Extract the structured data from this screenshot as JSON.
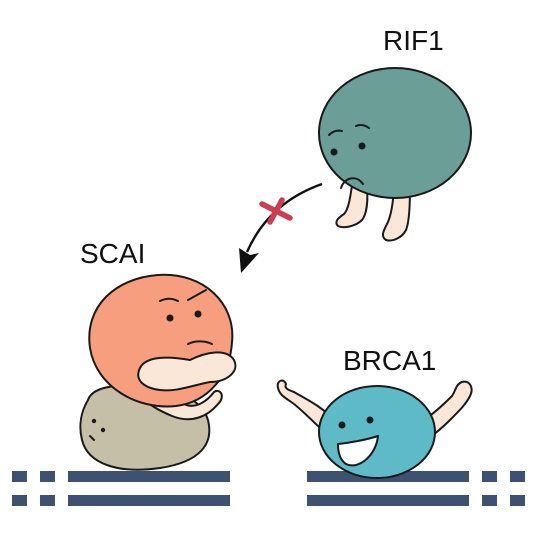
{
  "labels": {
    "rif1": "RIF1",
    "scai": "SCAI",
    "brca1": "BRCA1"
  },
  "colors": {
    "rif1_body": "#6a9e97",
    "scai_body": "#f79e7f",
    "companion_body": "#c6bfa8",
    "brca1_body": "#5dbac6",
    "limb": "#fbe7d8",
    "dna": "#3d5171",
    "blocked_mark": "#cc3d4f",
    "arrow": "#111111"
  },
  "icons": {
    "blocked_mark": "red-cross-icon",
    "arrow": "curved-arrow-icon"
  }
}
